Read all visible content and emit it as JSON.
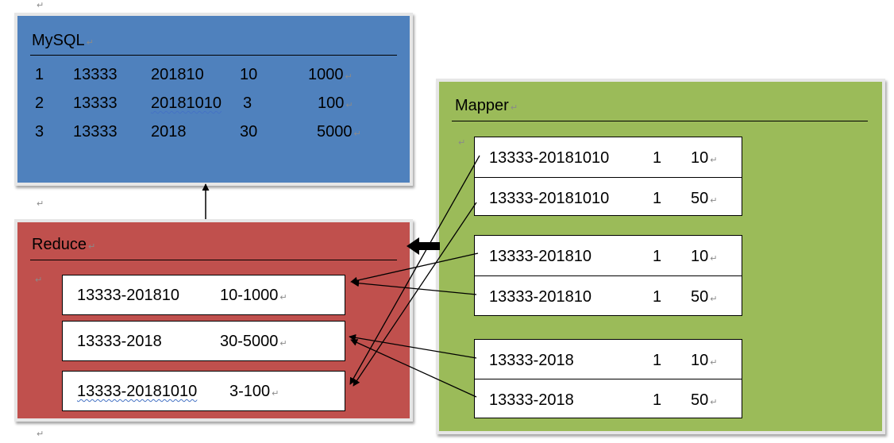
{
  "return_mark": "↵",
  "mysql": {
    "title": "MySQL",
    "rows": [
      [
        "1",
        "13333",
        "201810",
        "10",
        "1000"
      ],
      [
        "2",
        "13333",
        "20181010",
        "3",
        "100"
      ],
      [
        "3",
        "13333",
        "2018",
        "30",
        "5000"
      ]
    ]
  },
  "reduce": {
    "title": "Reduce",
    "items": [
      {
        "key": "13333-201810",
        "value": "10-1000"
      },
      {
        "key": "13333-2018",
        "value": "30-5000"
      },
      {
        "key": "13333-20181010",
        "value": "3-100"
      }
    ]
  },
  "mapper": {
    "title": "Mapper",
    "groups": [
      [
        {
          "key": "13333-20181010",
          "count": "1",
          "value": "10"
        },
        {
          "key": "13333-20181010",
          "count": "1",
          "value": "50"
        }
      ],
      [
        {
          "key": "13333-201810",
          "count": "1",
          "value": "10"
        },
        {
          "key": "13333-201810",
          "count": "1",
          "value": "50"
        }
      ],
      [
        {
          "key": "13333-2018",
          "count": "1",
          "value": "10"
        },
        {
          "key": "13333-2018",
          "count": "1",
          "value": "50"
        }
      ]
    ]
  }
}
